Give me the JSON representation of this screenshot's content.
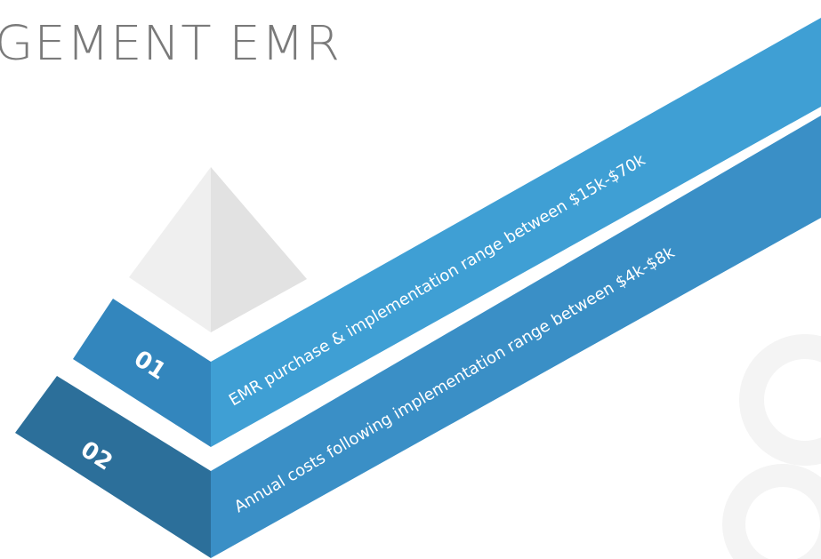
{
  "slide": {
    "title": "GEMENT EMR",
    "colors": {
      "title": "#7a7a7a",
      "tier1_band": "#3f9fd4",
      "tier1_side": "#3386bd",
      "tier2_band": "#3a8fc6",
      "tier2_side": "#2c6f9a",
      "apex_light": "#efefef",
      "apex_shade": "#e2e2e2",
      "watermark": "#f5f5f5"
    }
  },
  "tiers": [
    {
      "number": "01",
      "text": "EMR purchase & implementation range between $15k-$70k"
    },
    {
      "number": "02",
      "text": "Annual costs following implementation range between $4k-$8k"
    }
  ]
}
